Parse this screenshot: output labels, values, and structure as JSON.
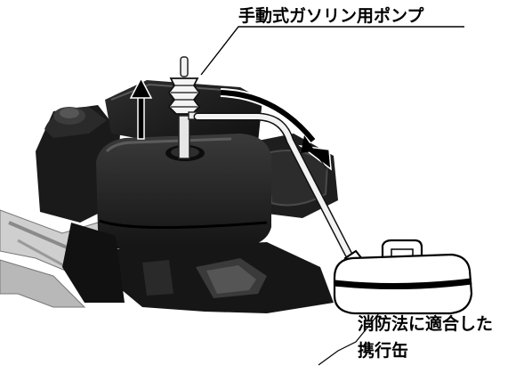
{
  "labels": {
    "pump": "手動式ガソリン用ポンプ",
    "can_line1": "消防法に適合した",
    "can_line2": "携行缶"
  },
  "icons": [
    "up-arrow-icon",
    "curved-arrow-icon"
  ],
  "colors": {
    "engine_body": "#1c1c1c",
    "engine_shadow": "#0a0a0a",
    "highlight": "#6a6a6a",
    "frame": "#bdbdbd",
    "can": "#ffffff",
    "ink": "#000000"
  }
}
